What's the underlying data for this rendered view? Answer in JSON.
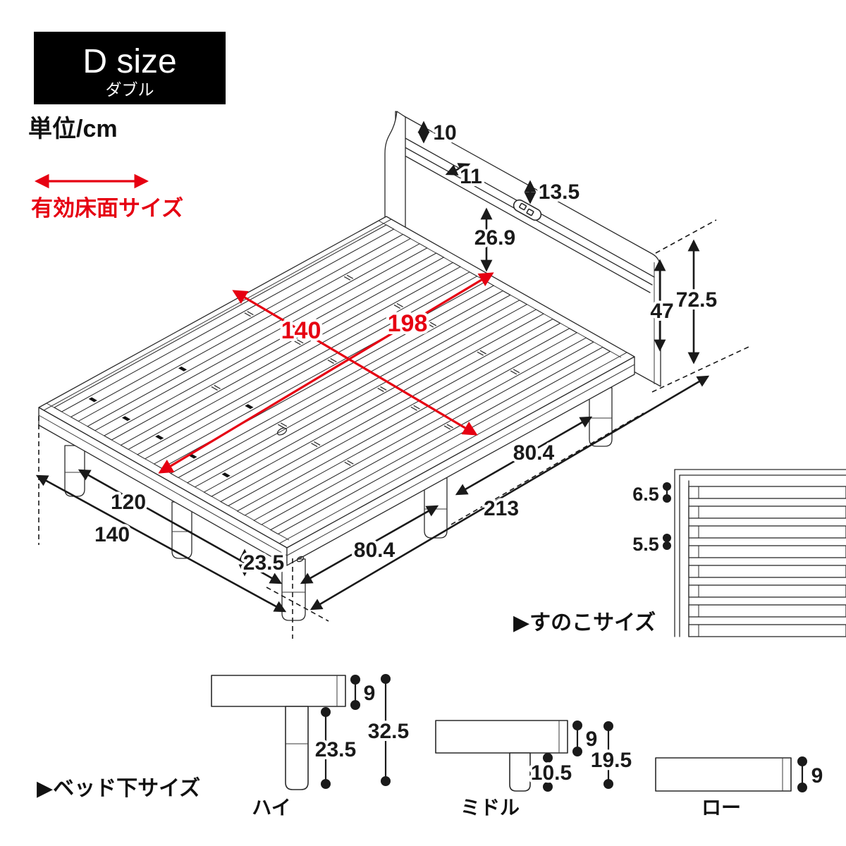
{
  "badge": {
    "main": "D size",
    "sub": "ダブル"
  },
  "unit_label": "単位/cm",
  "effective": {
    "label": "有効床面サイズ",
    "length": "198",
    "width": "140"
  },
  "dims": {
    "shelf_rail": "10",
    "shelf_depth": "11",
    "outlet_gap": "13.5",
    "headboard_clear": "26.9",
    "headboard_above_deck": "47",
    "total_height": "72.5",
    "inner_width": "120",
    "outer_width": "140",
    "clearance": "23.5",
    "gap_head": "80.4",
    "length": "213",
    "gap_foot": "80.4"
  },
  "sunoko": {
    "title": "▶すのこサイズ",
    "slat": "6.5",
    "gap": "5.5"
  },
  "underbed": {
    "title": "▶ベッド下サイズ",
    "variants": [
      {
        "name": "ハイ",
        "frame": "9",
        "leg": "23.5",
        "total": "32.5"
      },
      {
        "name": "ミドル",
        "frame": "9",
        "leg": "10.5",
        "total": "19.5"
      },
      {
        "name": "ロー",
        "frame": "9"
      }
    ]
  },
  "colors": {
    "red": "#e60012",
    "ink": "#1a1a1a"
  }
}
